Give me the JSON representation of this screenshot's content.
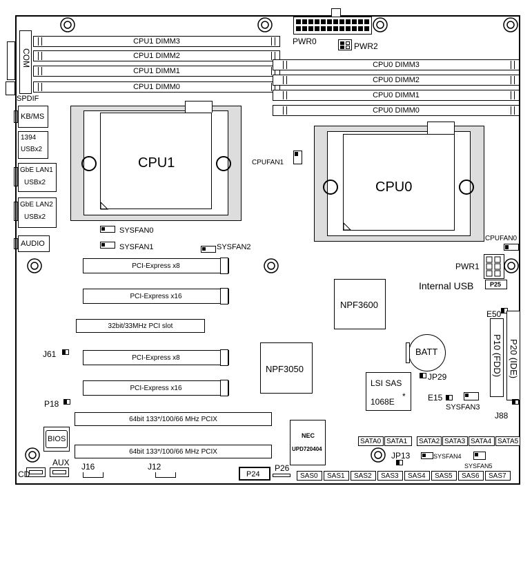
{
  "cpu1_dimms": [
    "CPU1 DIMM3",
    "CPU1 DIMM2",
    "CPU1 DIMM1",
    "CPU1 DIMM0"
  ],
  "cpu0_dimms": [
    "CPU0 DIMM3",
    "CPU0 DIMM2",
    "CPU0 DIMM1",
    "CPU0 DIMM0"
  ],
  "cpus": {
    "cpu1": "CPU1",
    "cpu0": "CPU0"
  },
  "io": {
    "com": "COM",
    "spdif": "SPDIF",
    "kbms": "KB/MS",
    "usb1394_line1": "1394",
    "usb1394_line2": "USBx2",
    "lan1_line1": "GbE LAN1",
    "lan1_line2": "USBx2",
    "lan2_line1": "GbE LAN2",
    "lan2_line2": "USBx2",
    "audio": "AUDIO"
  },
  "power": {
    "pwr0": "PWR0",
    "pwr1": "PWR1",
    "pwr2": "PWR2"
  },
  "fans": {
    "cpufan1": "CPUFAN1",
    "cpufan0": "CPUFAN0",
    "sysfan0": "SYSFAN0",
    "sysfan1": "SYSFAN1",
    "sysfan2": "SYSFAN2",
    "sysfan3": "SYSFAN3",
    "sysfan4": "SYSFAN4",
    "sysfan5": "SYSFAN5"
  },
  "slots": [
    "PCI-Express x8",
    "PCI-Express x16",
    "32bit/33MHz PCI slot",
    "PCI-Express x8",
    "PCI-Express x16",
    "64bit 133*/100/66 MHz PCIX",
    "64bit 133*/100/66 MHz PCIX"
  ],
  "chips": {
    "npf3600": "NPF3600",
    "npf3050": "NPF3050",
    "lsi_line1": "LSI SAS",
    "lsi_line2": "1068E",
    "lsi_star": "*",
    "nec_line1": "NEC",
    "nec_line2": "UPD720404",
    "bios": "BIOS",
    "batt": "BATT"
  },
  "connectors": {
    "internal_usb": "Internal USB",
    "p25": "P25",
    "e50": "E50",
    "p20": "P20 (IDE)",
    "p10": "P10 (FDD)",
    "jp29": "JP29",
    "e15": "E15",
    "j88": "J88",
    "jp13": "JP13",
    "j61": "J61",
    "p18": "P18",
    "j16": "J16",
    "j12": "J12",
    "p24": "P24",
    "p26": "P26",
    "aux": "AUX",
    "cd": "CD"
  },
  "sata": [
    "SATA0",
    "SATA1",
    "SATA2",
    "SATA3",
    "SATA4",
    "SATA5"
  ],
  "sas": [
    "SAS0",
    "SAS1",
    "SAS2",
    "SAS3",
    "SAS4",
    "SAS5",
    "SAS6",
    "SAS7"
  ]
}
